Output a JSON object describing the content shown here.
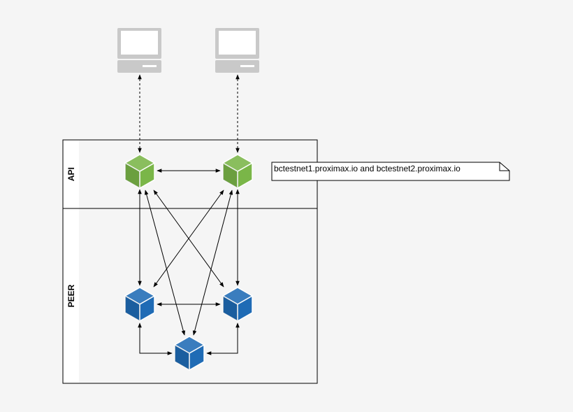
{
  "swimlanes": [
    {
      "id": "api",
      "label": "API"
    },
    {
      "id": "peer",
      "label": "PEER"
    }
  ],
  "note": {
    "text": "bctestnet1.proximax.io and bctestnet2.proximax.io"
  },
  "nodes": {
    "clients": [
      {
        "id": "client-1",
        "icon": "computer-icon"
      },
      {
        "id": "client-2",
        "icon": "computer-icon"
      }
    ],
    "api_nodes": [
      {
        "id": "api-node-1",
        "icon": "cube-icon",
        "color": "#7ab648"
      },
      {
        "id": "api-node-2",
        "icon": "cube-icon",
        "color": "#7ab648"
      }
    ],
    "peer_nodes": [
      {
        "id": "peer-node-1",
        "icon": "cube-icon",
        "color": "#1f6bb5"
      },
      {
        "id": "peer-node-2",
        "icon": "cube-icon",
        "color": "#1f6bb5"
      },
      {
        "id": "peer-node-3",
        "icon": "cube-icon",
        "color": "#1f6bb5"
      }
    ]
  },
  "colors": {
    "api_cube": "#7ab648",
    "peer_cube": "#1f6bb5",
    "computer_body": "#c9c9c9",
    "edge": "#000000"
  }
}
